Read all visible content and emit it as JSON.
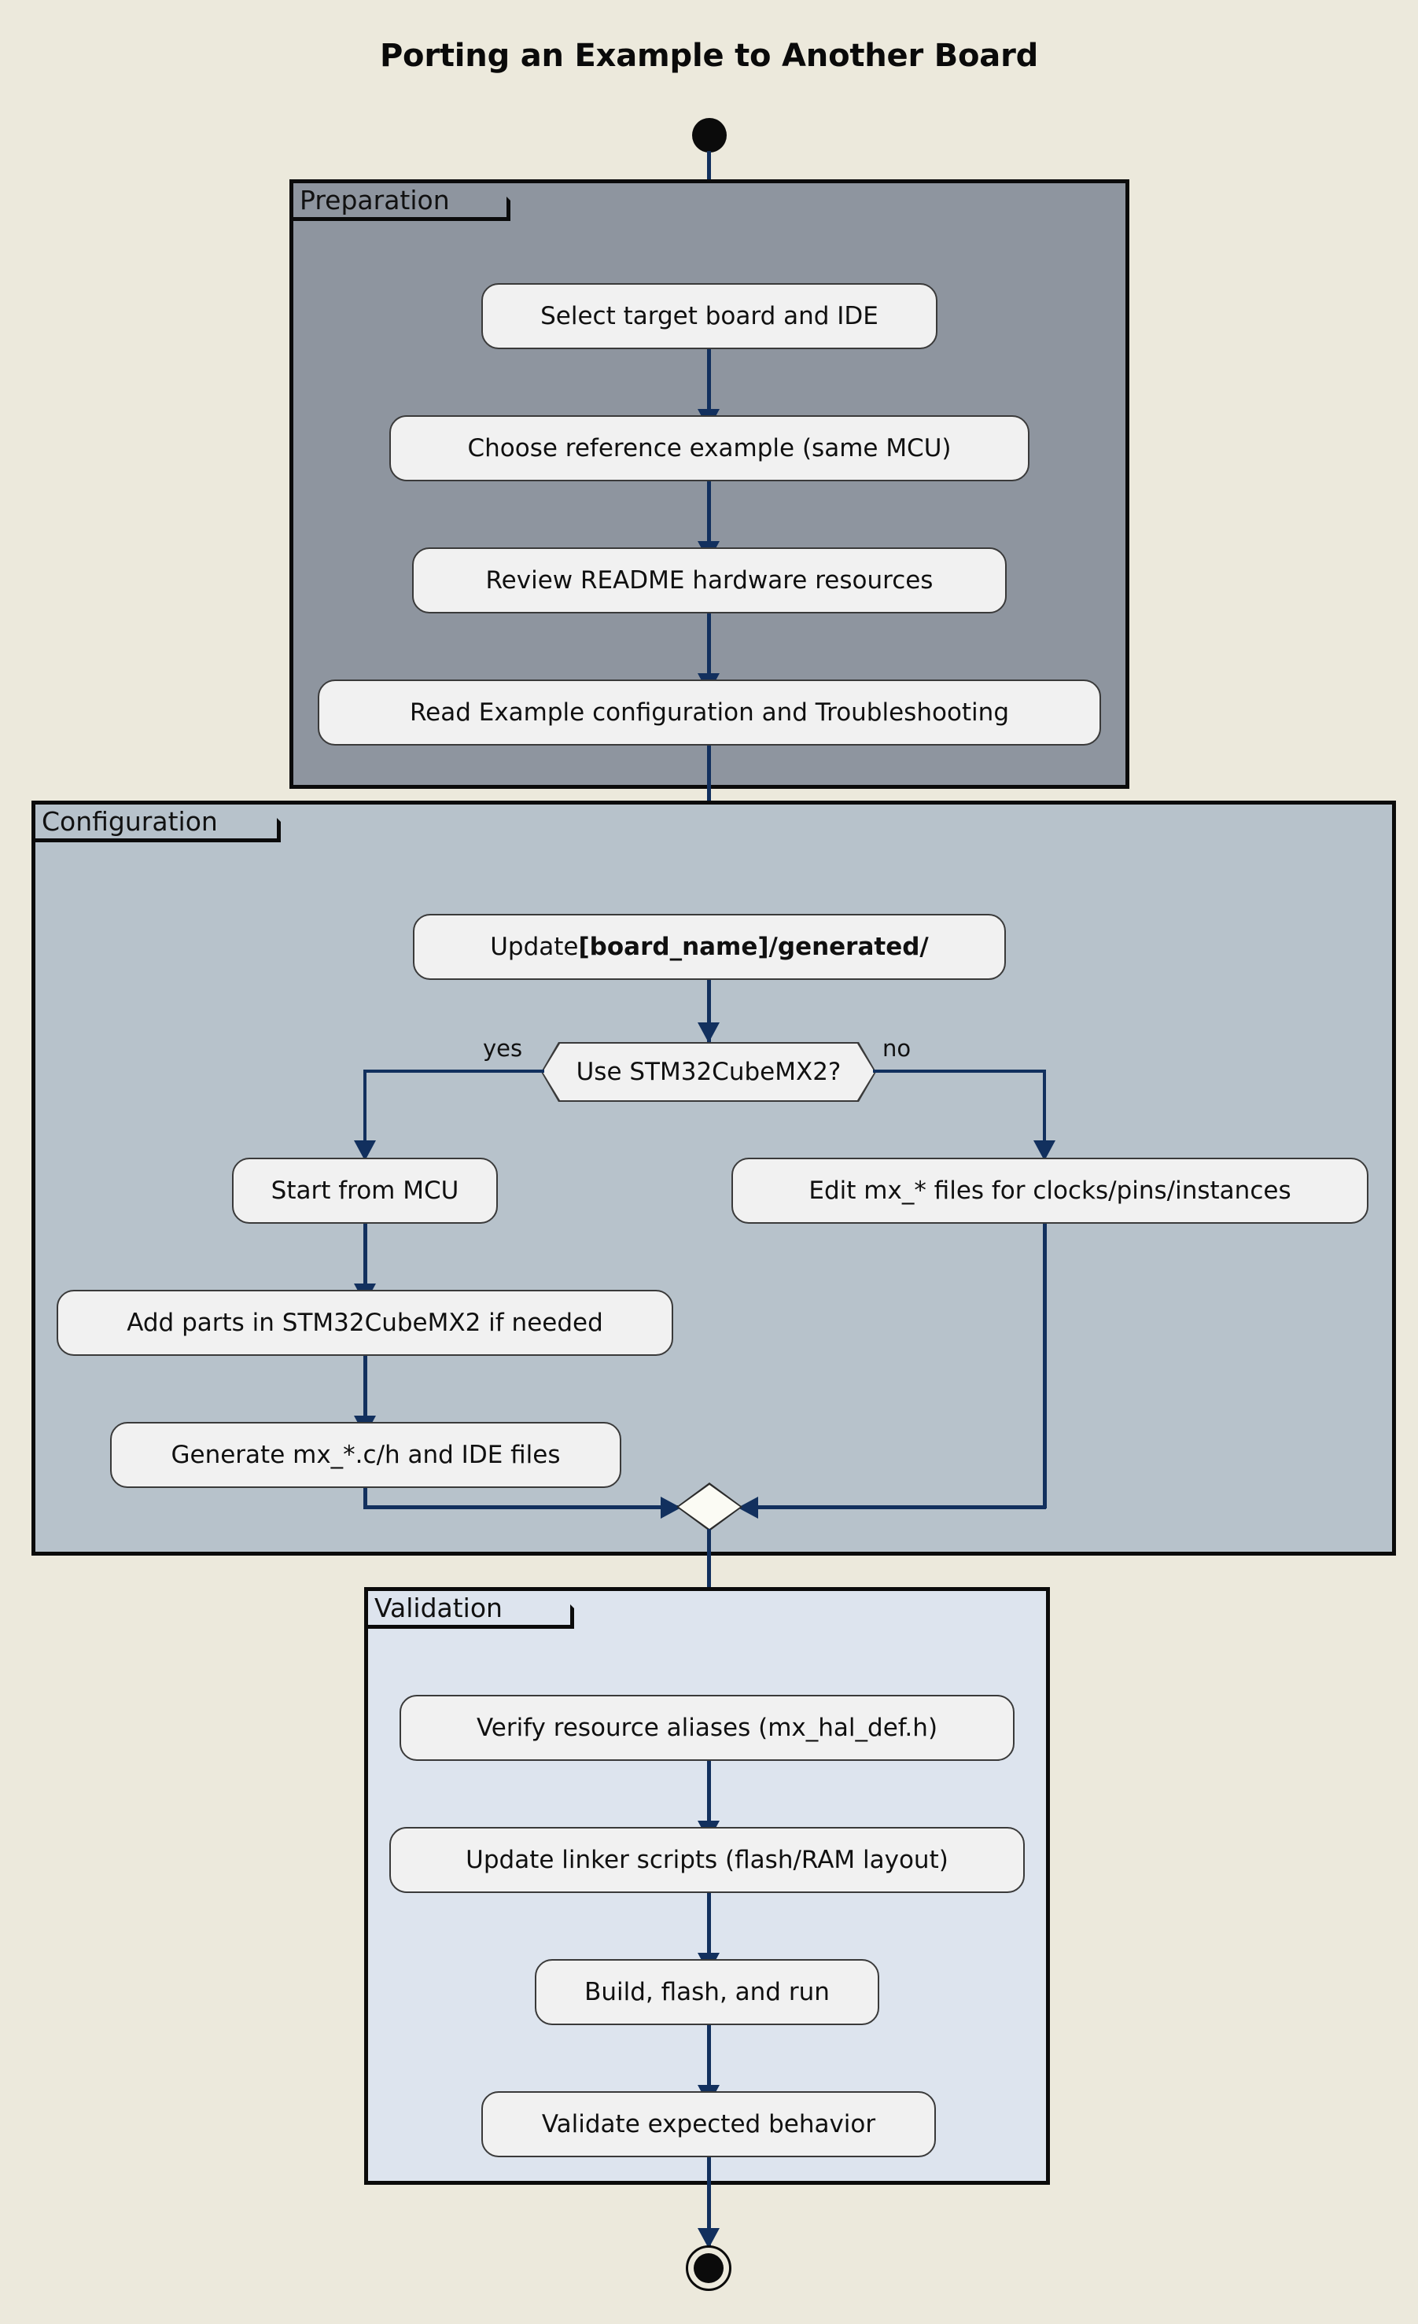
{
  "diagram": {
    "title": "Porting an Example to Another Board",
    "type": "activity-flowchart",
    "background_color": "#ece9dc",
    "arrow_color": "#12305e",
    "node_fill": "#f1f1f1",
    "start_node": "start-filled-circle",
    "end_node": "end-circled-dot"
  },
  "partitions": [
    {
      "id": "preparation",
      "label": "Preparation",
      "color": "#8e959f",
      "nodes": [
        "Select target board and IDE",
        "Choose reference example (same MCU)",
        "Review README hardware resources",
        "Read Example configuration and Troubleshooting"
      ]
    },
    {
      "id": "configuration",
      "label": "Configuration",
      "color": "#b7c2cb",
      "nodes": [
        "Update [board_name]/generated/",
        "Start from MCU",
        "Add parts in STM32CubeMX2 if needed",
        "Generate mx_*.c/h and IDE files",
        "Edit mx_* files for clocks/pins/instances"
      ]
    },
    {
      "id": "validation",
      "label": "Validation",
      "color": "#dde4ee",
      "nodes": [
        "Verify resource aliases (mx_hal_def.h)",
        "Update linker scripts (flash/RAM layout)",
        "Build, flash, and run",
        "Validate expected behavior"
      ]
    }
  ],
  "nodes": {
    "n1": "Select target board and IDE",
    "n2": "Choose reference example (same MCU)",
    "n3": "Review README hardware resources",
    "n4": "Read Example configuration and Troubleshooting",
    "n5_prefix": "Update ",
    "n5_bold": "[board_name]/generated/",
    "n6": "Start from MCU",
    "n7": "Add parts in STM32CubeMX2 if needed",
    "n8": "Generate mx_*.c/h and IDE files",
    "n9": "Edit mx_* files for clocks/pins/instances",
    "n10": "Verify resource aliases (mx_hal_def.h)",
    "n11": "Update linker scripts (flash/RAM layout)",
    "n12": "Build, flash, and run",
    "n13": "Validate expected behavior"
  },
  "decision": {
    "label": "Use STM32CubeMX2?",
    "yes_label": "yes",
    "no_label": "no"
  }
}
